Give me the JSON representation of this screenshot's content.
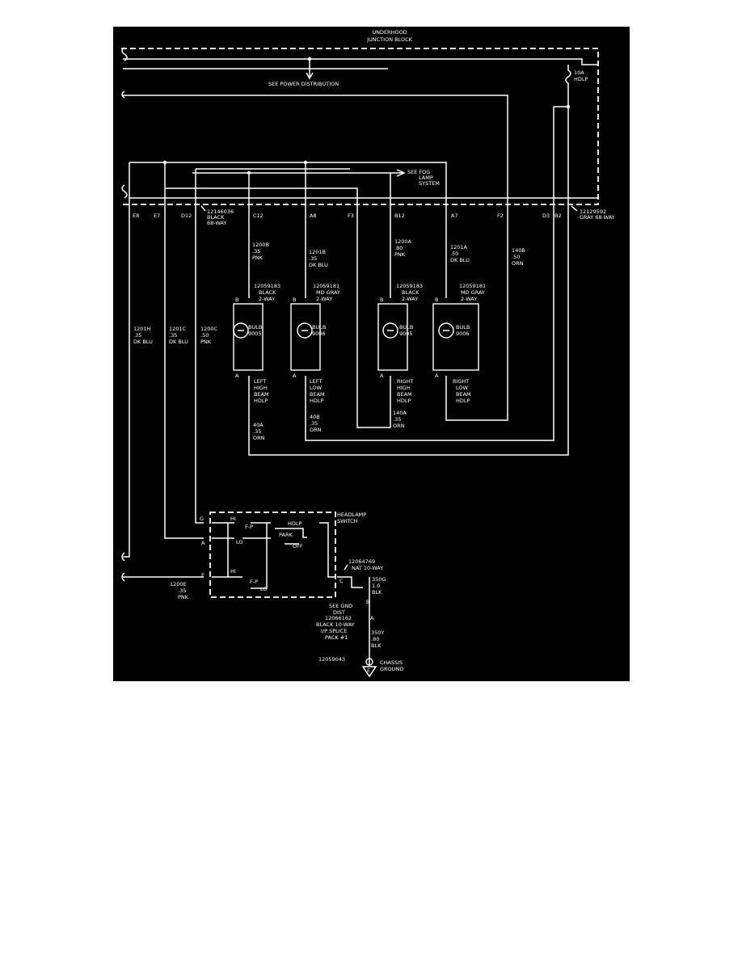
{
  "junction_block": {
    "title_line1": "UNDERHOOD",
    "title_line2": "JUNCTION BLOCK",
    "see_power": "SEE POWER DISTRIBUTION",
    "fuse_line1": "10A",
    "fuse_line2": "HDLP",
    "see_fog_line1": "SEE FOG",
    "see_fog_line2": "LAMP",
    "see_fog_line3": "SYSTEM",
    "left_connector_line1": "12146036",
    "left_connector_line2": "BLACK",
    "left_connector_line3": "68-WAY",
    "right_connector_line1": "12129592",
    "right_connector_line2": "GRAY 68-WAY",
    "pins": [
      "E8",
      "E7",
      "D12",
      "C12",
      "A8",
      "F3",
      "B12",
      "A7",
      "F2",
      "D3",
      "B2"
    ]
  },
  "wires": {
    "w1200b": [
      "1200B",
      ".35",
      "PNK"
    ],
    "w1201b": [
      "1201B",
      ".35",
      "DK BLU"
    ],
    "w1200a": [
      "1200A",
      ".80",
      "PNK"
    ],
    "w1201a": [
      "1201A",
      ".50",
      "DK BLU"
    ],
    "w140b": [
      "140B",
      ".50",
      "ORN"
    ],
    "w1201h": [
      "1201H",
      ".35",
      "DK BLU"
    ],
    "w1201c": [
      "1201C",
      ".35",
      "DK BLU"
    ],
    "w1200c": [
      "1200C",
      ".50",
      "PNK"
    ],
    "w40a": [
      "40A",
      ".35",
      "ORN"
    ],
    "w40b": [
      "40B",
      ".35",
      "ORN"
    ],
    "w140a": [
      "140A",
      ".35",
      "ORN"
    ],
    "w1200e": [
      "1200E",
      ".35",
      "PNK"
    ],
    "w350g": [
      "350G",
      "1.0",
      "BLK"
    ],
    "w350y": [
      "350Y",
      ".80",
      "BLK"
    ]
  },
  "lamps": [
    {
      "connector": [
        "12059183",
        "BLACK",
        "2-WAY"
      ],
      "bulb": [
        "BULB",
        "9005"
      ],
      "name": [
        "LEFT",
        "HIGH",
        "BEAM",
        "HDLP"
      ]
    },
    {
      "connector": [
        "12059181",
        "MD GRAY",
        "2-WAY"
      ],
      "bulb": [
        "BULB",
        "9006"
      ],
      "name": [
        "LEFT",
        "LOW",
        "BEAM",
        "HDLP"
      ]
    },
    {
      "connector": [
        "12059183",
        "BLACK",
        "2-WAY"
      ],
      "bulb": [
        "BULB",
        "9005"
      ],
      "name": [
        "RIGHT",
        "HIGH",
        "BEAM",
        "HDLP"
      ]
    },
    {
      "connector": [
        "12059181",
        "MD GRAY",
        "2-WAY"
      ],
      "bulb": [
        "BULB",
        "9006"
      ],
      "name": [
        "RIGHT",
        "LOW",
        "BEAM",
        "HDLP"
      ]
    }
  ],
  "pin_letters": {
    "b": "B",
    "a": "A"
  },
  "switch": {
    "title_line1": "HEADLAMP",
    "title_line2": "SWITCH",
    "hdlp": "HDLP",
    "park": "PARK",
    "off": "OFF",
    "hi": "HI",
    "lo": "LO",
    "f_p": "F-P",
    "pin_g": "G",
    "pin_a": "A",
    "pin_e": "E",
    "pin_c": "C",
    "connector_line1": "12064769",
    "connector_line2": "NAT 10-WAY"
  },
  "ground": {
    "see_gnd": "SEE GND",
    "dist": "DIST",
    "splice_line1": "12066162",
    "splice_line2": "BLACK 10-WAY",
    "splice_line3": "I/P SPLICE",
    "splice_line4": "PACK #1",
    "pin_b": "B",
    "pin_a": "A",
    "eyelet": "12059043",
    "chassis_line1": "CHASSIS",
    "chassis_line2": "GROUND",
    "ground_num": "E"
  }
}
